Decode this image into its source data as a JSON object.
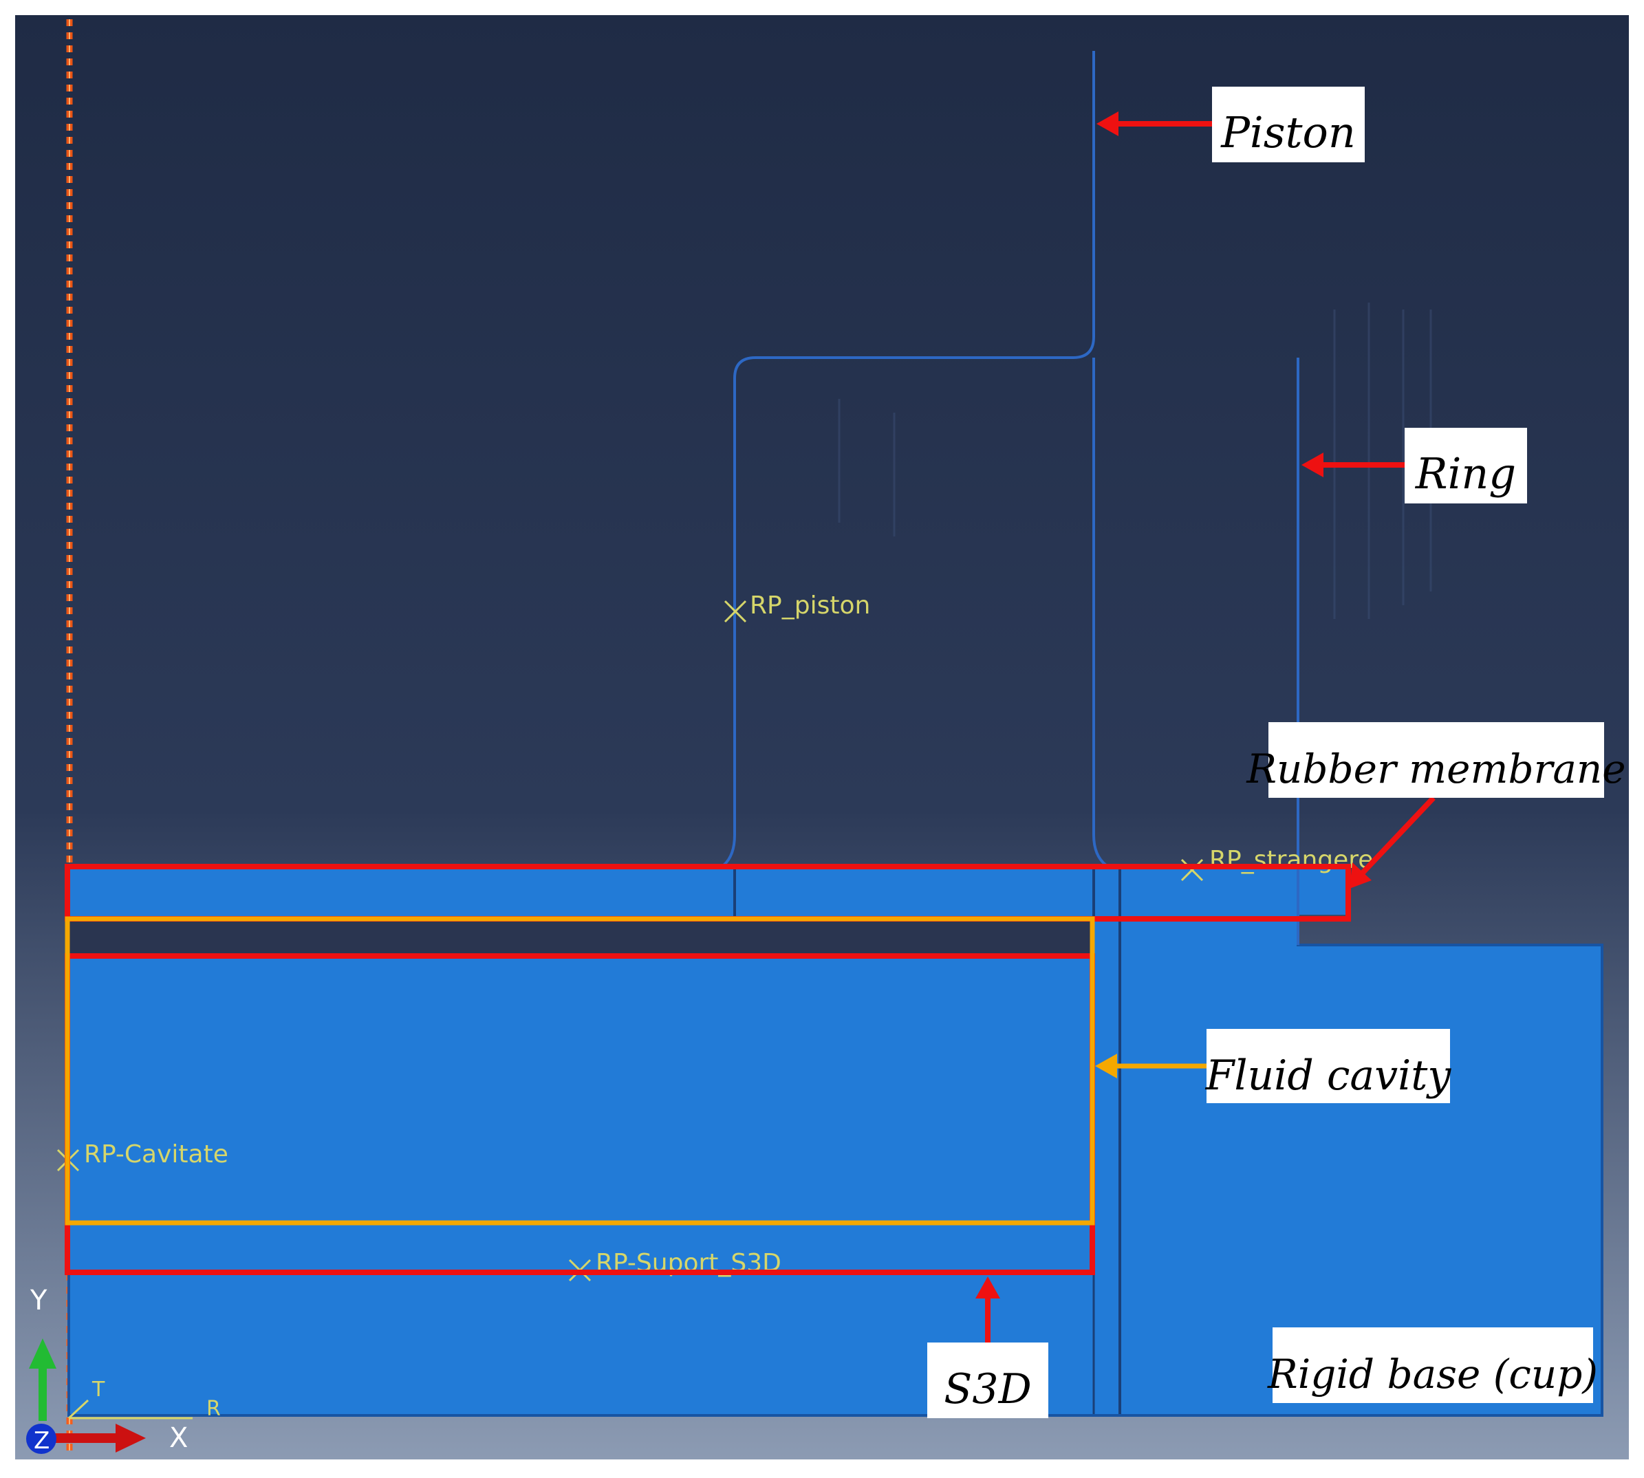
{
  "viewport": {
    "background_top": "#1f2b45",
    "background_bottom": "#8c9bb3"
  },
  "colors": {
    "part_fill": "#227bd7",
    "part_edge": "#1754a3",
    "wire": "#2d68c4",
    "ref_point": "#d6d66a",
    "membrane_box": "#ee1111",
    "fluid_box": "#f5a800",
    "arrow_red": "#ee1111",
    "arrow_orange": "#f5a800",
    "axis_dash": "#ff5a10",
    "triad_y": "#22bb33",
    "triad_x": "#cc1111",
    "triad_z": "#1133cc"
  },
  "reference_points": [
    {
      "label": "RP_piston"
    },
    {
      "label": "RP_strangere"
    },
    {
      "label": "RP-Cavitate"
    },
    {
      "label": "RP-Suport_S3D"
    }
  ],
  "callouts": {
    "piston": "Piston",
    "ring": "Ring",
    "rubber_membrane": "Rubber membrane",
    "fluid_cavity": "Fluid cavity",
    "s3d": "S3D",
    "rigid_base": "Rigid base (cup)"
  },
  "triad": {
    "y_label": "Y",
    "x_label": "X",
    "z_label": "Z",
    "t_label": "T",
    "r_label": "R"
  }
}
